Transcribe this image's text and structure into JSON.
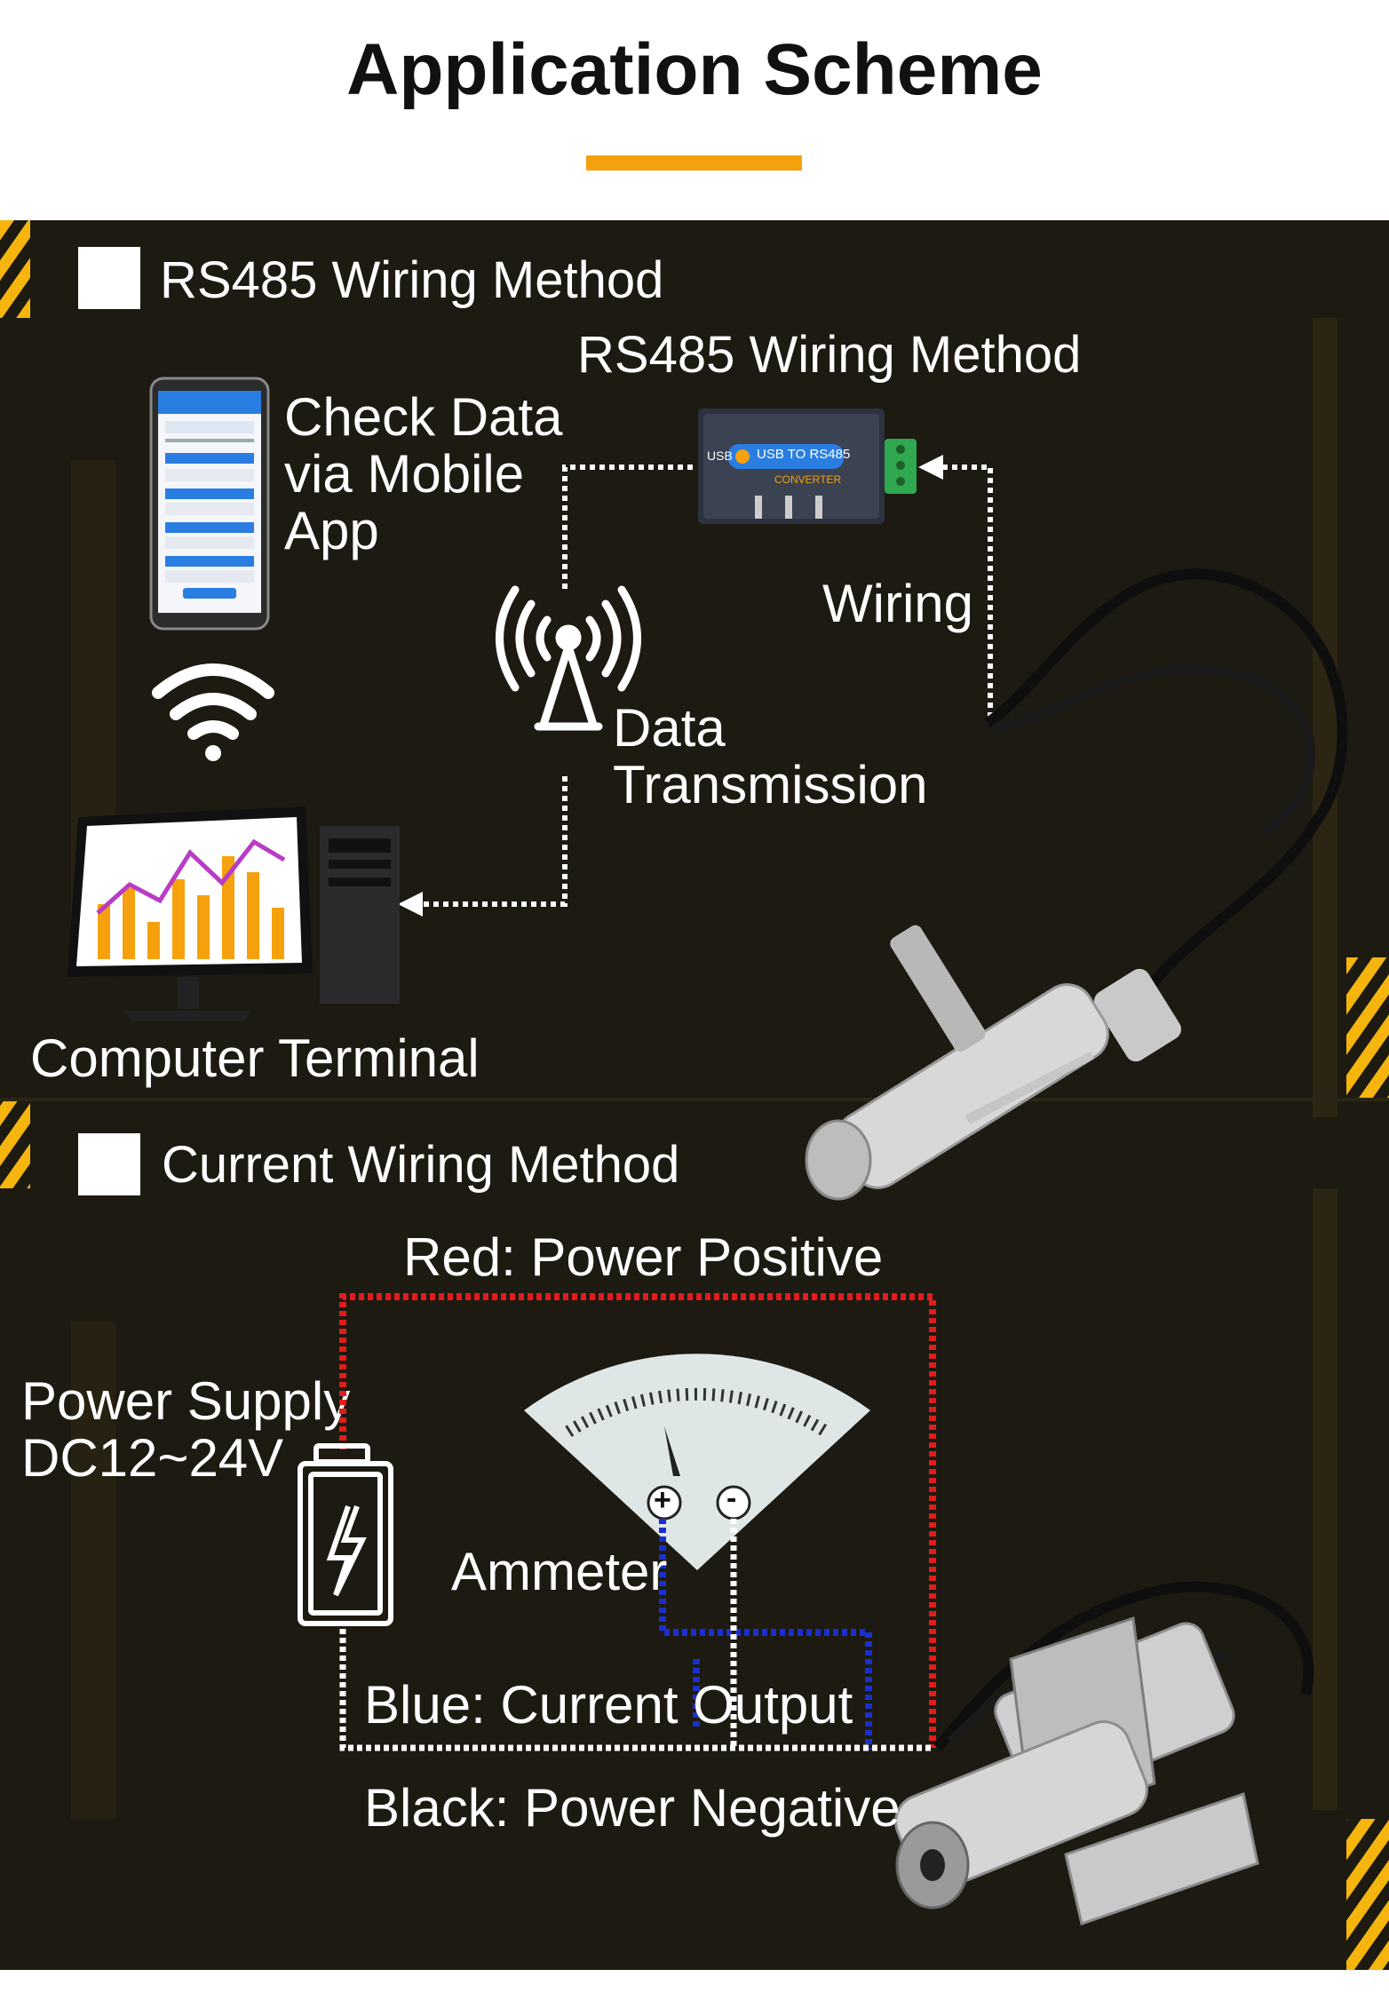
{
  "page": {
    "title": "Application Scheme",
    "accent_color": "#f5a10d",
    "panel_color": "#1d1a11"
  },
  "rs485": {
    "section_title": "RS485 Wiring Method",
    "converter_title": "RS485 Wiring Method",
    "mobile_label": "Check Data via Mobile App",
    "mobile_label_lines": [
      "Check Data",
      "via Mobile",
      "App"
    ],
    "transmission_label_lines": [
      "Data",
      "Transmission"
    ],
    "wiring_label": "Wiring",
    "computer_label": "Computer Terminal",
    "converter_text": "USB TO RS485",
    "converter_sub": "CONVERTER",
    "converter_port": "USB"
  },
  "current": {
    "section_title": "Current Wiring Method",
    "power_label_lines": [
      "Power Supply",
      "DC12~24V"
    ],
    "red_label": "Red: Power Positive",
    "ammeter_label": "Ammeter",
    "blue_label": "Blue: Current Output",
    "black_label": "Black: Power Negative",
    "meter_plus": "+",
    "meter_minus": "-",
    "wire_colors": {
      "red": "#e21b1b",
      "blue": "#1a2fd0",
      "black": "#ffffff"
    }
  }
}
